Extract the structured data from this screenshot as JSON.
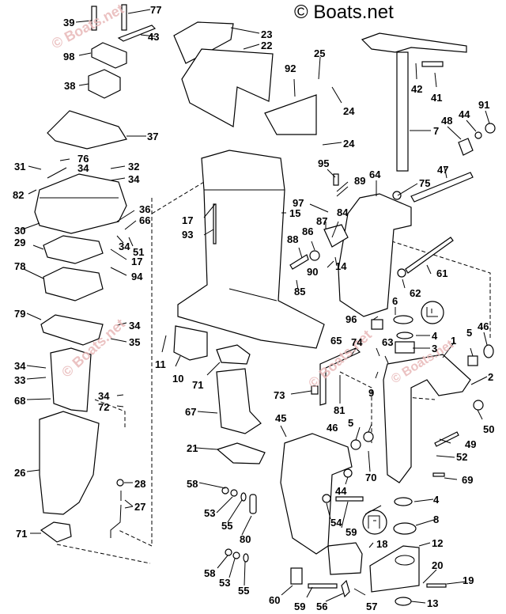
{
  "watermarks": {
    "main": "© Boats.net",
    "faded": [
      "© Boats.net",
      "© Boats.net",
      "© Boats.net",
      "© Boats.net"
    ]
  },
  "callouts": [
    {
      "id": "c39",
      "text": "39"
    },
    {
      "id": "c77",
      "text": "77"
    },
    {
      "id": "c43",
      "text": "43"
    },
    {
      "id": "c98",
      "text": "98"
    },
    {
      "id": "c38",
      "text": "38"
    },
    {
      "id": "c37",
      "text": "37"
    },
    {
      "id": "c76",
      "text": "76"
    },
    {
      "id": "c31",
      "text": "31"
    },
    {
      "id": "c34a",
      "text": "34"
    },
    {
      "id": "c32",
      "text": "32"
    },
    {
      "id": "c34b",
      "text": "34"
    },
    {
      "id": "c82",
      "text": "82"
    },
    {
      "id": "c36",
      "text": "36"
    },
    {
      "id": "c66",
      "text": "66"
    },
    {
      "id": "c30",
      "text": "30"
    },
    {
      "id": "c34c",
      "text": "34"
    },
    {
      "id": "c51",
      "text": "51"
    },
    {
      "id": "c29",
      "text": "29"
    },
    {
      "id": "c17a",
      "text": "17"
    },
    {
      "id": "c94",
      "text": "94"
    },
    {
      "id": "c78",
      "text": "78"
    },
    {
      "id": "c79",
      "text": "79"
    },
    {
      "id": "c34d",
      "text": "34"
    },
    {
      "id": "c35",
      "text": "35"
    },
    {
      "id": "c34e",
      "text": "34"
    },
    {
      "id": "c33",
      "text": "33"
    },
    {
      "id": "c68",
      "text": "68"
    },
    {
      "id": "c34f",
      "text": "34"
    },
    {
      "id": "c72",
      "text": "72"
    },
    {
      "id": "c26",
      "text": "26"
    },
    {
      "id": "c28",
      "text": "28"
    },
    {
      "id": "c27",
      "text": "27"
    },
    {
      "id": "c71a",
      "text": "71"
    },
    {
      "id": "c23",
      "text": "23"
    },
    {
      "id": "c22",
      "text": "22"
    },
    {
      "id": "c92",
      "text": "92"
    },
    {
      "id": "c25",
      "text": "25"
    },
    {
      "id": "c24a",
      "text": "24"
    },
    {
      "id": "c24b",
      "text": "24"
    },
    {
      "id": "c42",
      "text": "42"
    },
    {
      "id": "c41",
      "text": "41"
    },
    {
      "id": "c91",
      "text": "91"
    },
    {
      "id": "c44a",
      "text": "44"
    },
    {
      "id": "c48",
      "text": "48"
    },
    {
      "id": "c7",
      "text": "7"
    },
    {
      "id": "c95",
      "text": "95"
    },
    {
      "id": "c89",
      "text": "89"
    },
    {
      "id": "c64",
      "text": "64"
    },
    {
      "id": "c75",
      "text": "75"
    },
    {
      "id": "c47",
      "text": "47"
    },
    {
      "id": "c17b",
      "text": "17"
    },
    {
      "id": "c15",
      "text": "15"
    },
    {
      "id": "c93",
      "text": "93"
    },
    {
      "id": "c97",
      "text": "97"
    },
    {
      "id": "c87",
      "text": "87"
    },
    {
      "id": "c84",
      "text": "84"
    },
    {
      "id": "c88",
      "text": "88"
    },
    {
      "id": "c86",
      "text": "86"
    },
    {
      "id": "c14",
      "text": "14"
    },
    {
      "id": "c90",
      "text": "90"
    },
    {
      "id": "c85",
      "text": "85"
    },
    {
      "id": "c61",
      "text": "61"
    },
    {
      "id": "c62",
      "text": "62"
    },
    {
      "id": "c6",
      "text": "6"
    },
    {
      "id": "c96",
      "text": "96"
    },
    {
      "id": "c4a",
      "text": "4"
    },
    {
      "id": "c3",
      "text": "3"
    },
    {
      "id": "c74",
      "text": "74"
    },
    {
      "id": "c63",
      "text": "63"
    },
    {
      "id": "c65",
      "text": "65"
    },
    {
      "id": "c1",
      "text": "1"
    },
    {
      "id": "c5a",
      "text": "5"
    },
    {
      "id": "c46a",
      "text": "46"
    },
    {
      "id": "c2",
      "text": "2"
    },
    {
      "id": "c9",
      "text": "9"
    },
    {
      "id": "c81",
      "text": "81"
    },
    {
      "id": "c50",
      "text": "50"
    },
    {
      "id": "c73",
      "text": "73"
    },
    {
      "id": "c11",
      "text": "11"
    },
    {
      "id": "c10",
      "text": "10"
    },
    {
      "id": "c71b",
      "text": "71"
    },
    {
      "id": "c67",
      "text": "67"
    },
    {
      "id": "c21",
      "text": "21"
    },
    {
      "id": "c45",
      "text": "45"
    },
    {
      "id": "c46b",
      "text": "46"
    },
    {
      "id": "c5b",
      "text": "5"
    },
    {
      "id": "c70",
      "text": "70"
    },
    {
      "id": "c44b",
      "text": "44"
    },
    {
      "id": "c49",
      "text": "49"
    },
    {
      "id": "c52",
      "text": "52"
    },
    {
      "id": "c69",
      "text": "69"
    },
    {
      "id": "c58a",
      "text": "58"
    },
    {
      "id": "c53a",
      "text": "53"
    },
    {
      "id": "c55a",
      "text": "55"
    },
    {
      "id": "c80",
      "text": "80"
    },
    {
      "id": "c54",
      "text": "54"
    },
    {
      "id": "c59a",
      "text": "59"
    },
    {
      "id": "c4b",
      "text": "4"
    },
    {
      "id": "c8",
      "text": "8"
    },
    {
      "id": "c18",
      "text": "18"
    },
    {
      "id": "c12",
      "text": "12"
    },
    {
      "id": "c58b",
      "text": "58"
    },
    {
      "id": "c53b",
      "text": "53"
    },
    {
      "id": "c55b",
      "text": "55"
    },
    {
      "id": "c60",
      "text": "60"
    },
    {
      "id": "c59b",
      "text": "59"
    },
    {
      "id": "c56",
      "text": "56"
    },
    {
      "id": "c57",
      "text": "57"
    },
    {
      "id": "c20",
      "text": "20"
    },
    {
      "id": "c19",
      "text": "19"
    },
    {
      "id": "c13",
      "text": "13"
    }
  ]
}
